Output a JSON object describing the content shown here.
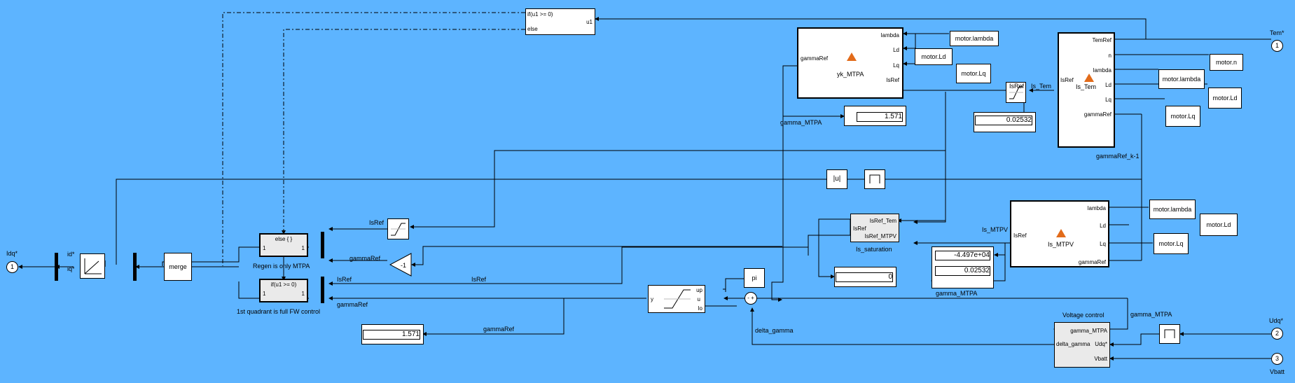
{
  "inports": [
    {
      "num": "1",
      "name": "Tem*"
    },
    {
      "num": "2",
      "name": "Udq*"
    },
    {
      "num": "3",
      "name": "Vbatt"
    }
  ],
  "outport": {
    "num": "1",
    "name": "Idq*"
  },
  "if_block": {
    "cond": "if(u1 >= 0)",
    "else": "else",
    "out": "u1"
  },
  "yk_mtpa": {
    "name": "yk_MTPA",
    "inputs": [
      "lambda",
      "Ld",
      "Lq",
      "IsRef"
    ],
    "output": "gammaRef"
  },
  "is_tem": {
    "name": "Is_Tem",
    "inputs": [
      "TemRef",
      "n",
      "lambda",
      "Ld",
      "Lq",
      "gammaRef"
    ],
    "output": "IsRef"
  },
  "is_mtpv": {
    "name": "Is_MTPV",
    "inputs": [
      "lambda",
      "Ld",
      "Lq",
      "gammaRef"
    ],
    "output": "IsRef"
  },
  "constants": {
    "motor_lambda": "motor.lambda",
    "motor_ld": "motor.Ld",
    "motor_lq": "motor.Lq",
    "motor_n": "motor.n",
    "pi": "pi"
  },
  "displays": {
    "gamma_mtpa_top": "1.571",
    "is_tem_val": "0.02532",
    "mtpv_a": "-4.497e+04",
    "mtpv_b": "0.02532",
    "sat_out": "0",
    "gamma_bottom": "1.571"
  },
  "saturation": {
    "in1": "IsRef_Tem",
    "in2": "IsRef",
    "in3": "IsRef_MTPV",
    "name": "Is_saturation"
  },
  "voltage_control": {
    "title": "Voltage control",
    "in1": "gamma_MTPA",
    "in2": "Udq*",
    "in3": "Vbatt",
    "out": "delta_gamma"
  },
  "limiter": {
    "up": "up",
    "u": "u",
    "lo": "lo",
    "y": "y"
  },
  "abs_block": "|u|",
  "gain": "-1",
  "merge": "merge",
  "action_else": {
    "title": "else { }",
    "label": "Regen is only MTPA"
  },
  "action_if": {
    "title": "if(u1 >= 0)",
    "label": "1st quadrant is full FW control"
  },
  "action_ports": {
    "p1": "1"
  },
  "signals": {
    "gamma_mtpa": "gamma_MTPA",
    "isref": "IsRef",
    "is_tem": "Is_Tem",
    "is_mtpv": "Is_MTPV",
    "gammaref": "gammaRef",
    "gammaref_k1": "gammaRef_k-1",
    "delta_gamma": "delta_gamma",
    "id_star": "id*",
    "iq_star": "iq*"
  },
  "sum_signs": "- +"
}
